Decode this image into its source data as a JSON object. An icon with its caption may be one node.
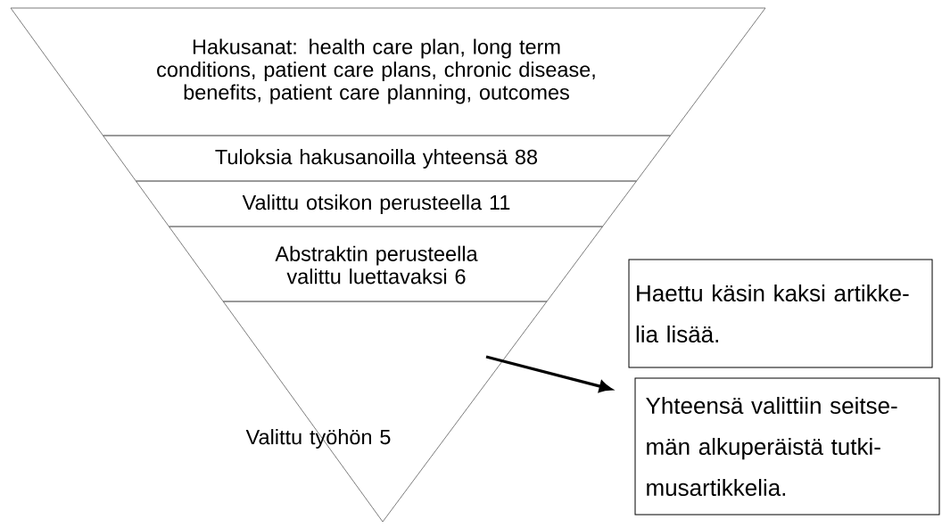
{
  "diagram": {
    "nodes": [
      {
        "text": [
          "Hakusanat: health care plan, long term conditions, patient care plans, chronic disease, benefits, patient care planning, outcomes"
        ]
      },
      {
        "text": [
          "Tuloksia hakusanoilla yhteensä 88"
        ]
      },
      {
        "text": [
          "Valittu otsikon perusteella 11"
        ]
      },
      {
        "text": [
          "Abstraktin perusteella valittu luettavaksi 6"
        ]
      },
      {
        "text": [
          "Valittu työhön 5"
        ]
      },
      {
        "text": [
          "Haettu käsin kaksi artikke-lia lisää."
        ]
      },
      {
        "text": [
          "Yhteensä valittiin seitse-män alkuperäistä tutki-musartikkelia."
        ]
      }
    ],
    "edges": [
      {
        "from": 4,
        "to": 6,
        "arrow": "to"
      }
    ]
  }
}
